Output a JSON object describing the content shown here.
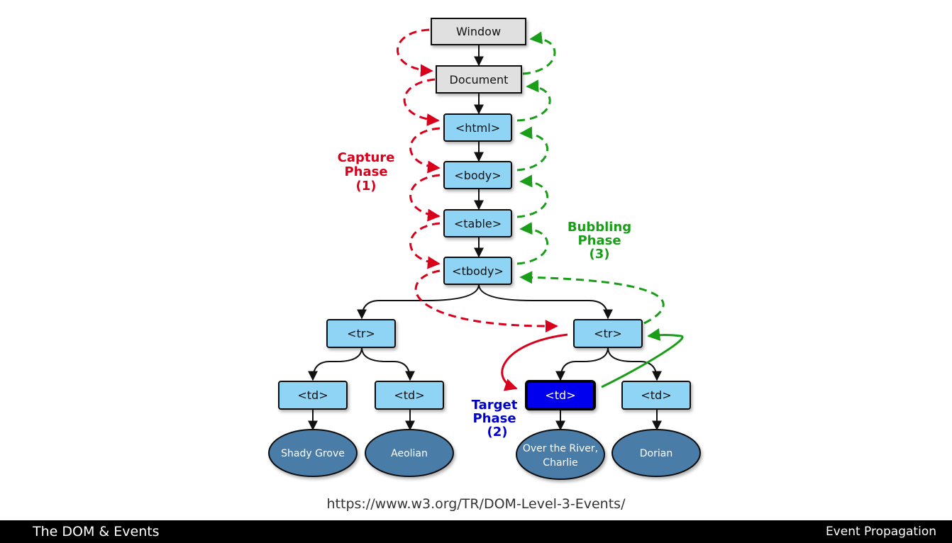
{
  "diagram": {
    "nodes": {
      "window": "Window",
      "document": "Document",
      "html": "<html>",
      "body": "<body>",
      "table": "<table>",
      "tbody": "<tbody>",
      "tr_left": "<tr>",
      "tr_right": "<tr>",
      "td_1": "<td>",
      "td_2": "<td>",
      "td_target": "<td>",
      "td_4": "<td>"
    },
    "leaves": {
      "leaf_1": [
        "Shady Grove"
      ],
      "leaf_2": [
        "Aeolian"
      ],
      "leaf_3": [
        "Over the River,",
        "Charlie"
      ],
      "leaf_4": [
        "Dorian"
      ]
    },
    "phases": {
      "capture": [
        "Capture",
        "Phase",
        "(1)"
      ],
      "target": [
        "Target",
        "Phase",
        "(2)"
      ],
      "bubbling": [
        "Bubbling",
        "Phase",
        "(3)"
      ]
    }
  },
  "colors": {
    "gray_fill": "#e0e0e0",
    "node_fill": "#8fd4f5",
    "target_fill": "#0000ee",
    "leaf_fill": "#4a7ba7",
    "capture": "#d9001b",
    "bubble": "#1a9e1a",
    "target_text": "#0000cc"
  },
  "source_url": "https://www.w3.org/TR/DOM-Level-3-Events/",
  "footer": {
    "left": "The DOM & Events",
    "right": "Event Propagation"
  }
}
